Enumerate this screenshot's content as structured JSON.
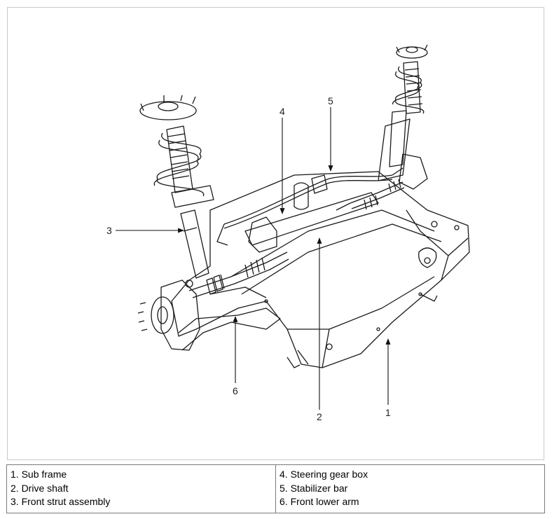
{
  "callouts": [
    "1",
    "2",
    "3",
    "4",
    "5",
    "6"
  ],
  "legend": {
    "left": [
      "1. Sub frame",
      "2. Drive shaft",
      "3. Front strut assembly"
    ],
    "right": [
      "4. Steering gear box",
      "5. Stabilizer bar",
      "6. Front lower arm"
    ]
  }
}
